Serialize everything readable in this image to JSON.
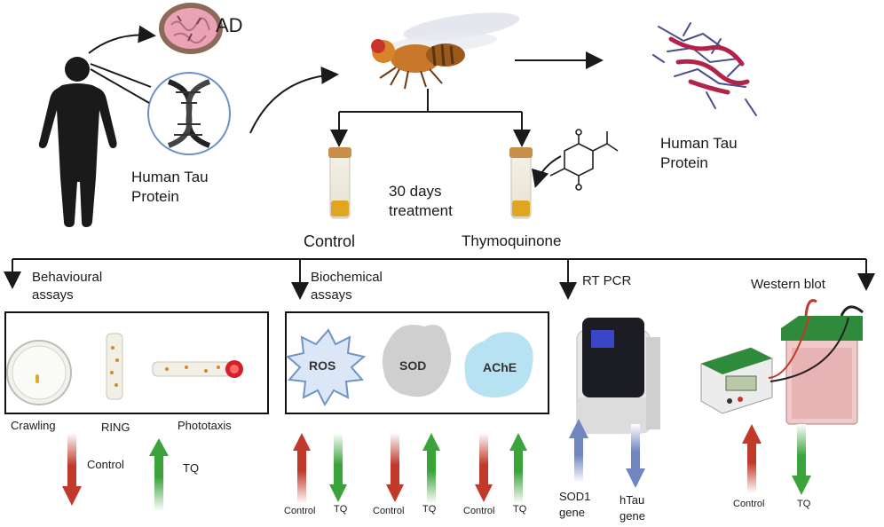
{
  "top": {
    "ad_label": "AD",
    "tau_left": [
      "Human Tau",
      "Protein"
    ],
    "tau_right": [
      "Human Tau",
      "Protein"
    ],
    "treatment": [
      "30 days",
      "treatment"
    ],
    "control": "Control",
    "thymoquinone": "Thymoquinone"
  },
  "sections": {
    "behavioural": {
      "title": [
        "Behavioural",
        "assays"
      ],
      "items": [
        "Crawling",
        "RING",
        "Phototaxis"
      ],
      "arrow_labels": [
        "Control",
        "TQ"
      ]
    },
    "biochemical": {
      "title": [
        "Biochemical",
        "assays"
      ],
      "items": [
        "ROS",
        "SOD",
        "AChE"
      ],
      "arrow_labels": [
        "Control",
        "TQ",
        "Control",
        "TQ",
        "Control",
        "TQ"
      ]
    },
    "rtpcr": {
      "title": "RT PCR",
      "labels": [
        [
          "SOD1",
          "gene"
        ],
        [
          "hTau",
          "gene"
        ]
      ]
    },
    "western": {
      "title": "Western blot",
      "arrow_labels": [
        "Control",
        "TQ"
      ]
    }
  },
  "colors": {
    "up_red": "#c0392b",
    "down_red": "#c0392b",
    "green": "#3aa33a",
    "blue": "#6f86c0",
    "line": "#1a1a1a"
  }
}
